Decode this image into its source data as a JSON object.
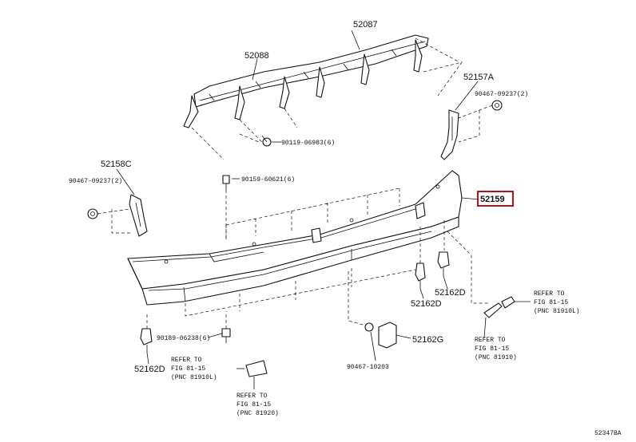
{
  "diagram": {
    "image_code": "52347BA",
    "highlighted_part": "52159",
    "labels": {
      "p52087": "52087",
      "p52088": "52088",
      "p52157a": "52157A",
      "p52158c": "52158C",
      "p52159": "52159",
      "p52162d_right": "52162D",
      "p52162d_mid": "52162D",
      "p52162d_left": "52162D",
      "p52162g": "52162G",
      "b90467_r": "90467-09237(2)",
      "b90467_l": "90467-09237(2)",
      "b90119": "90119-06983(6)",
      "b90159": "90159-60621(6)",
      "b90189": "90189-06238(6)",
      "b90467_g": "90467-10203"
    },
    "refs": {
      "r1": [
        "REFER TO",
        "FIG 81-15",
        "(PNC 81910L)"
      ],
      "r2": [
        "REFER TO",
        "FIG 81-15",
        "(PNC 81910)"
      ],
      "r3": [
        "REFER TO",
        "FIG 81-15",
        "(PNC 81910L)"
      ],
      "r4": [
        "REFER TO",
        "FIG 81-15",
        "(PNC 81920)"
      ]
    }
  }
}
